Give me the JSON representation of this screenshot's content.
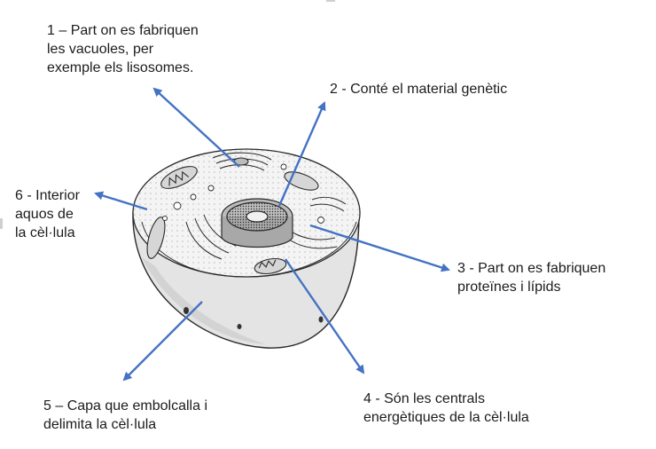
{
  "labels": {
    "l1": "1 – Part on es fabriquen\nles vacuoles, per\nexemple els lisosomes.",
    "l2": "2 - Conté el material genètic",
    "l3": "3 - Part on es fabriquen\nproteïnes i lípids",
    "l4": "4 - Són les centrals\nenergètiques de la cèl·lula",
    "l5": "5 – Capa que embolcalla i\ndelimita la cèl·lula",
    "l6": "6 - Interior\naquos de\nla cèl·lula"
  },
  "colors": {
    "arrow": "#4472c4",
    "text": "#1c1c1c",
    "ink": "#2a2a2a"
  }
}
